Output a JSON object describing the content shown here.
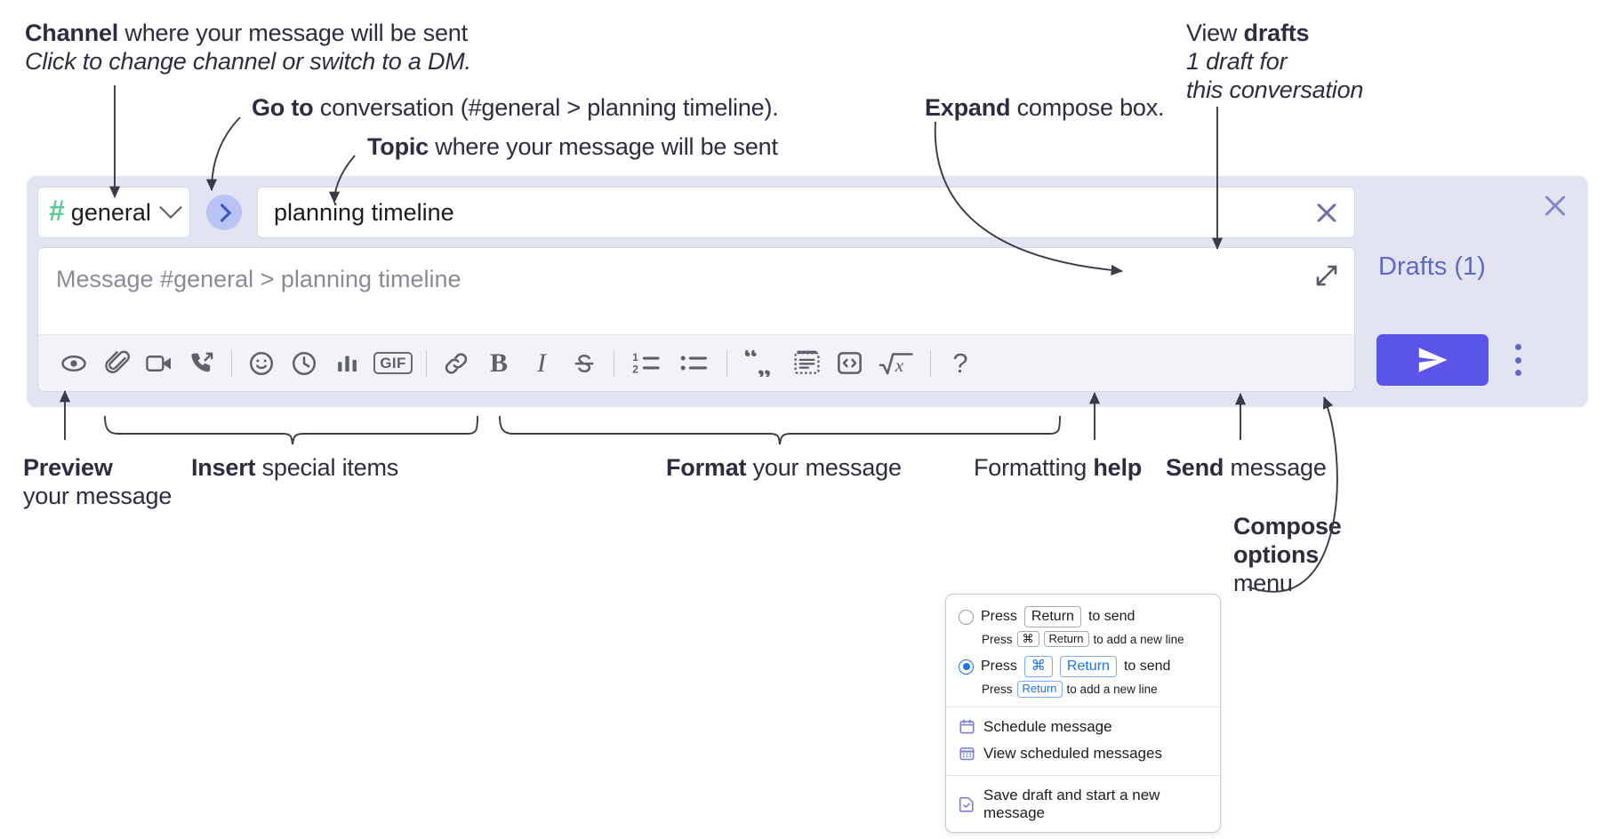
{
  "annotations": {
    "channel": {
      "line1_bold": "Channel",
      "line1_rest": " where your message will be sent",
      "line2_italic": "Click to change channel or switch to a DM."
    },
    "goto": {
      "bold": "Go to",
      "rest": " conversation (#general > planning timeline)."
    },
    "topic": {
      "bold": "Topic",
      "rest": " where your message will be sent"
    },
    "expand": {
      "bold": "Expand",
      "rest": " compose box."
    },
    "drafts": {
      "line1_pre": "View ",
      "line1_bold": "drafts",
      "line2_italic": "1 draft for",
      "line3_italic": "this conversation"
    },
    "preview": {
      "bold": "Preview",
      "rest": "your message"
    },
    "insert": {
      "bold": "Insert",
      "rest": " special items"
    },
    "format": {
      "bold": "Format",
      "rest": " your message"
    },
    "help": {
      "pre": "Formatting ",
      "bold": "help"
    },
    "send": {
      "bold": "Send",
      "rest": " message"
    },
    "compose_options": {
      "line1": "Compose",
      "line2": "options",
      "line3": "menu"
    }
  },
  "compose": {
    "channel": {
      "hash": "#",
      "name": "general",
      "chevron": "chevron-down"
    },
    "goto_label": "go-to-conversation",
    "topic": {
      "value": "planning timeline",
      "clear_label": "clear-topic"
    },
    "message": {
      "placeholder": "Message #general > planning timeline"
    },
    "expand_label": "expand-compose-box",
    "drafts_label": "Drafts (1)",
    "send_label": "send-message",
    "kebab_label": "compose-options",
    "close_label": "close-compose-panel",
    "toolbar": [
      {
        "name": "preview-icon",
        "glyph": "eye",
        "group": "preview"
      },
      {
        "name": "attachment-icon",
        "glyph": "paperclip",
        "group": "insert"
      },
      {
        "name": "video-icon",
        "glyph": "video",
        "group": "insert"
      },
      {
        "name": "huddle-icon",
        "glyph": "phone-forward",
        "group": "insert"
      },
      {
        "name": "separator",
        "glyph": "sep",
        "group": "sep"
      },
      {
        "name": "emoji-icon",
        "glyph": "smiley",
        "group": "insert"
      },
      {
        "name": "clock-icon",
        "glyph": "clock",
        "group": "insert"
      },
      {
        "name": "poll-icon",
        "glyph": "bar-chart",
        "group": "insert"
      },
      {
        "name": "gif-icon",
        "glyph": "GIF",
        "group": "insert"
      },
      {
        "name": "separator",
        "glyph": "sep",
        "group": "sep"
      },
      {
        "name": "link-icon",
        "glyph": "link",
        "group": "format"
      },
      {
        "name": "bold-icon",
        "glyph": "B",
        "group": "format"
      },
      {
        "name": "italic-icon",
        "glyph": "I",
        "group": "format"
      },
      {
        "name": "strikethrough-icon",
        "glyph": "S",
        "group": "format"
      },
      {
        "name": "separator",
        "glyph": "sep",
        "group": "sep"
      },
      {
        "name": "ordered-list-icon",
        "glyph": "ol",
        "group": "format"
      },
      {
        "name": "bulleted-list-icon",
        "glyph": "ul",
        "group": "format"
      },
      {
        "name": "separator",
        "glyph": "sep",
        "group": "sep"
      },
      {
        "name": "blockquote-icon",
        "glyph": "quote",
        "group": "format"
      },
      {
        "name": "code-block-icon",
        "glyph": "codeblock",
        "group": "format"
      },
      {
        "name": "inline-code-icon",
        "glyph": "code",
        "group": "format"
      },
      {
        "name": "math-icon",
        "glyph": "sqrtx",
        "group": "format"
      },
      {
        "name": "separator",
        "glyph": "sep",
        "group": "sep"
      },
      {
        "name": "formatting-help-icon",
        "glyph": "?",
        "group": "help"
      }
    ]
  },
  "menu": {
    "option1": {
      "selected": false,
      "pre": "Press",
      "key": "Return",
      "post": "to send",
      "sub_pre": "Press",
      "sub_key1": "⌘",
      "sub_key2": "Return",
      "sub_post": "to add a new line"
    },
    "option2": {
      "selected": true,
      "pre": "Press",
      "key1": "⌘",
      "key2": "Return",
      "post": "to send",
      "sub_pre": "Press",
      "sub_key": "Return",
      "sub_post": "to add a new line"
    },
    "items": [
      {
        "icon": "calendar-icon",
        "label": "Schedule message"
      },
      {
        "icon": "calendar-grid-icon",
        "label": "View scheduled messages"
      },
      {
        "icon": "document-check-icon",
        "label": "Save draft and start a new message"
      }
    ]
  },
  "colors": {
    "panel_bg": "#e3e4f2",
    "accent_purple": "#5b54e8",
    "drafts_purple": "#6168c4",
    "channel_green": "#5ecb95",
    "goto_blue": "#b9c3f5",
    "radio_blue": "#1a73e8",
    "text_dark": "#2e2c40"
  }
}
